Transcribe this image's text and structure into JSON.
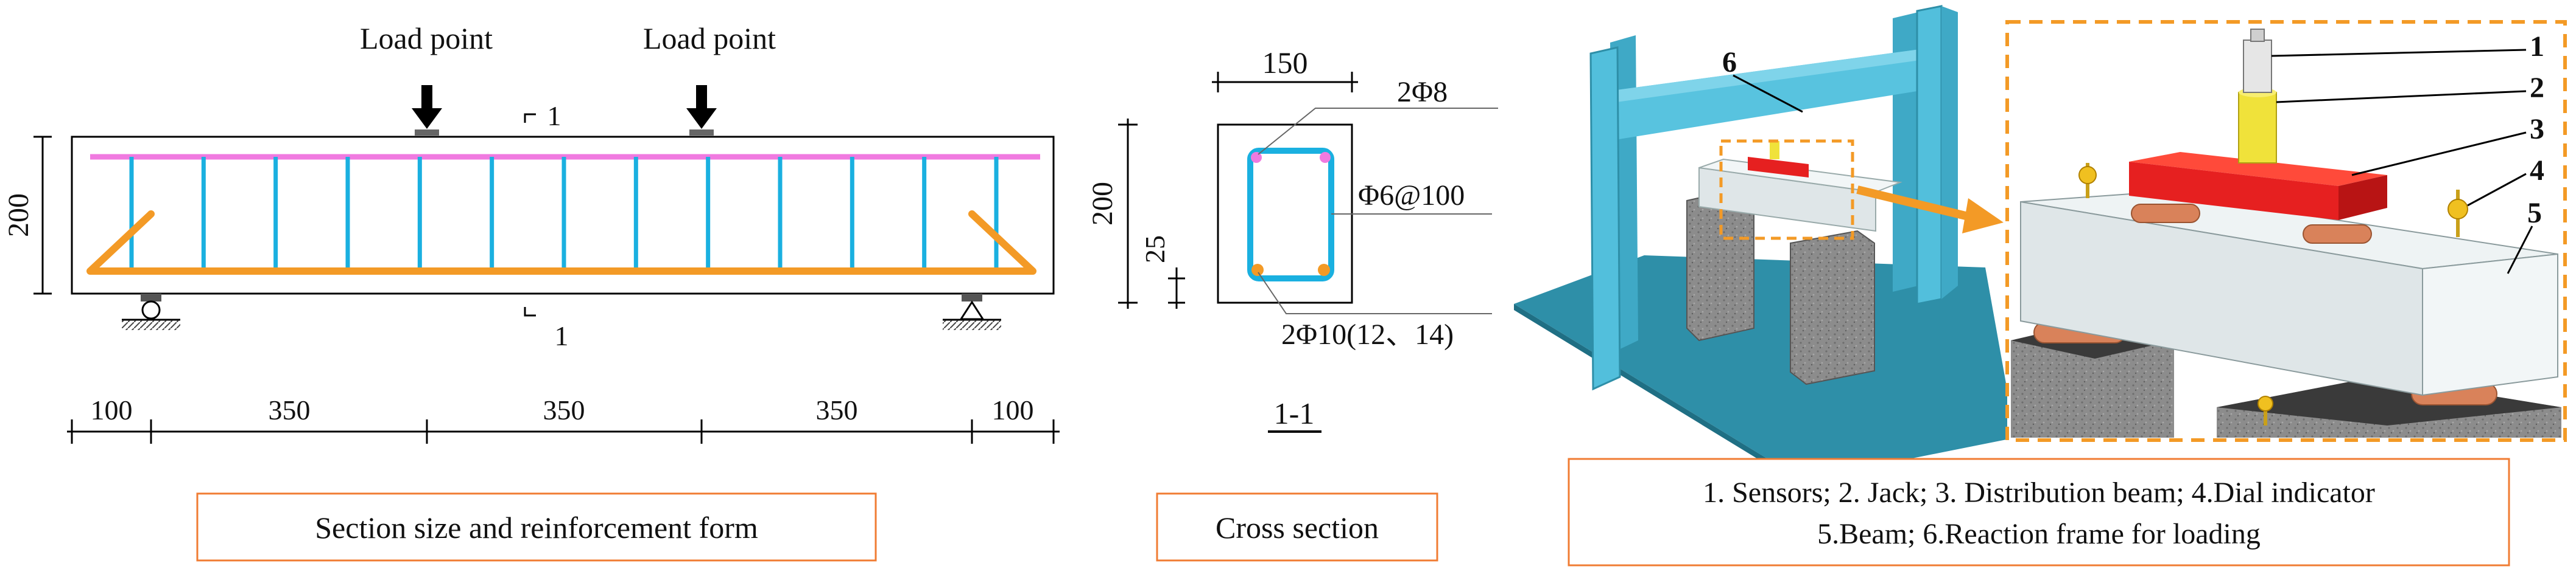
{
  "colors": {
    "stirrup": "#1ab0e0",
    "top_bar": "#f07ae0",
    "bottom_bar": "#f39a26",
    "frame": "#52bfdc",
    "base": "#2e8fa8",
    "jack": "#f0e23a",
    "distribution_beam": "#e62020",
    "test_beam": "#dfe6e8",
    "support_block": "#8c8c8c",
    "roller": "#d9825a",
    "caption_border": "#f07c33",
    "arrow": "#f39a26"
  },
  "elevation": {
    "load_labels": [
      "Load point",
      "Load point"
    ],
    "height_label": "200",
    "section_mark": "1",
    "spans": [
      "100",
      "350",
      "350",
      "350",
      "100"
    ],
    "caption": "Section size and reinforcement form"
  },
  "cross_section": {
    "width_label": "150",
    "height_label": "200",
    "cover_label": "25",
    "top_bar_label": "2Φ8",
    "stirrup_label": "Φ6@100",
    "bottom_bar_label": "2Φ10(12、14)",
    "section_title": "1-1",
    "caption": "Cross section"
  },
  "setup": {
    "frame_label": "6",
    "numbers": [
      "1",
      "2",
      "3",
      "4",
      "5"
    ],
    "legend_line1": "1. Sensors; 2. Jack; 3. Distribution beam; 4.Dial indicator",
    "legend_line2": "5.Beam; 6.Reaction frame for loading"
  }
}
